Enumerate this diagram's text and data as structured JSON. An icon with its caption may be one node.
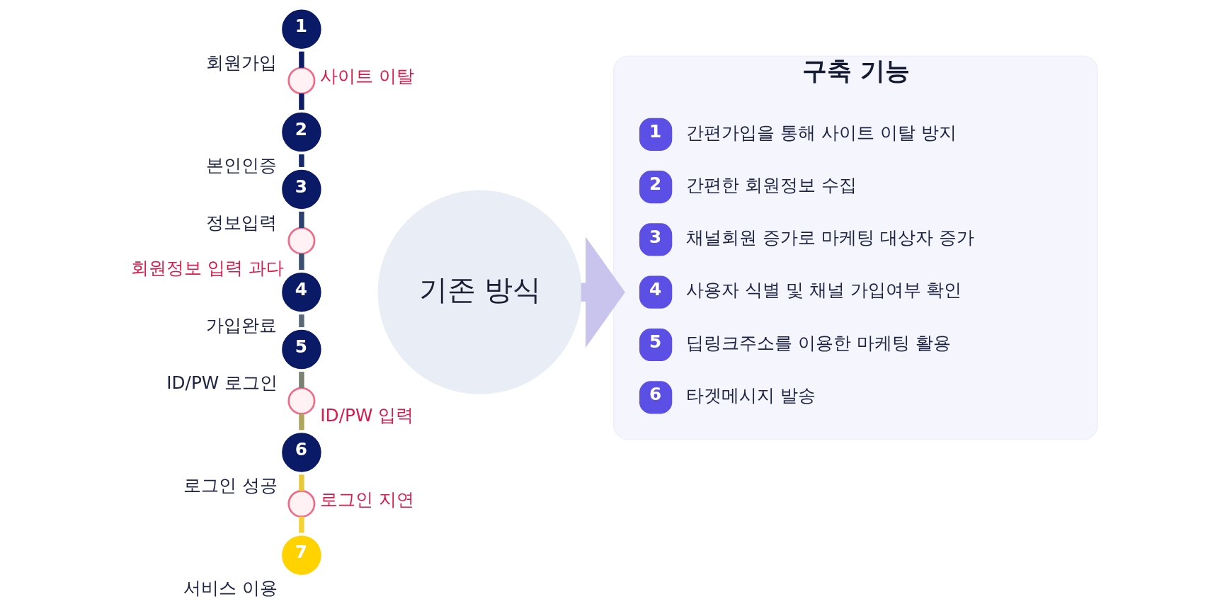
{
  "diagram": {
    "nodes": [
      {
        "text": [
          "1"
        ],
        "beside": [
          "회원가입"
        ]
      },
      {
        "text": [],
        "shape": "circle",
        "beside": [
          "사이트 이탈"
        ]
      },
      {
        "text": [
          "2"
        ],
        "beside": [
          "본인인증"
        ]
      },
      {
        "text": [
          "3"
        ],
        "beside": [
          "정보입력"
        ]
      },
      {
        "text": [],
        "shape": "circle",
        "beside": [
          "회원정보 입력 과다"
        ]
      },
      {
        "text": [
          "4"
        ],
        "beside": [
          "가입완료"
        ]
      },
      {
        "text": [
          "5"
        ],
        "beside": [
          "ID/PW 로그인"
        ]
      },
      {
        "text": [],
        "shape": "circle",
        "beside": [
          "ID/PW 입력"
        ]
      },
      {
        "text": [
          "6"
        ],
        "beside": [
          "로그인 성공"
        ]
      },
      {
        "text": [],
        "shape": "circle",
        "beside": [
          "로그인 지연"
        ]
      },
      {
        "text": [
          "7"
        ],
        "beside": [
          "서비스 이용"
        ]
      },
      {
        "text": [
          "기존 방식"
        ]
      },
      {
        "text": [
          "구축 기능"
        ]
      },
      {
        "text": [
          "1"
        ],
        "beside": [
          "간편가입을 통해 사이트 이탈 방지"
        ],
        "in": 12
      },
      {
        "text": [
          "2"
        ],
        "beside": [
          "간편한 회원정보 수집"
        ],
        "in": 12
      },
      {
        "text": [
          "3"
        ],
        "beside": [
          "채널회원 증가로 마케팅 대상자 증가"
        ],
        "in": 12
      },
      {
        "text": [
          "4"
        ],
        "beside": [
          "사용자 식별 및 채널 가입여부 확인"
        ],
        "in": 12
      },
      {
        "text": [
          "5"
        ],
        "beside": [
          "딥링크주소를 이용한 마케팅 활용"
        ],
        "in": 12
      },
      {
        "text": [
          "6"
        ],
        "beside": [
          "타겟메시지 발송"
        ],
        "in": 12
      }
    ],
    "edges": [
      {
        "from": 0,
        "to": 1,
        "arrow": "none",
        "color": "#0d1b66"
      },
      {
        "from": 1,
        "to": 2,
        "arrow": "none",
        "color": "#0f1d66"
      },
      {
        "from": 2,
        "to": 3,
        "arrow": "none",
        "color": "#17286a"
      },
      {
        "from": 3,
        "to": 4,
        "arrow": "none",
        "color": "#2c416e"
      },
      {
        "from": 4,
        "to": 5,
        "arrow": "none",
        "color": "#3b4f70"
      },
      {
        "from": 5,
        "to": 6,
        "arrow": "none",
        "color": "#5a6878"
      },
      {
        "from": 6,
        "to": 7,
        "arrow": "none",
        "color": "#7a8072"
      },
      {
        "from": 7,
        "to": 8,
        "arrow": "none",
        "color": "#b0a55c"
      },
      {
        "from": 8,
        "to": 9,
        "arrow": "none",
        "color": "#e6c83a"
      },
      {
        "from": 9,
        "to": 10,
        "arrow": "none",
        "color": "#f5d232"
      },
      {
        "from": 11,
        "to": 12,
        "arrow": "to",
        "style": "thick",
        "color": "#c8c4ee"
      }
    ]
  }
}
